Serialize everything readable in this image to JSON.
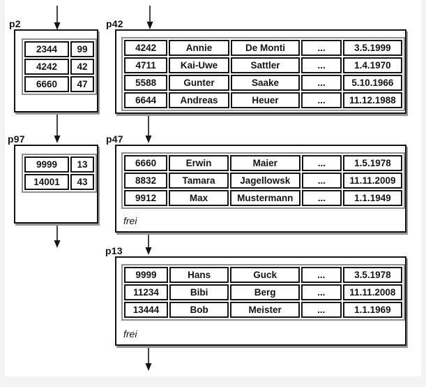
{
  "colors": {
    "background": "#f3f3f4",
    "slide": "#ffffff",
    "line": "#141414",
    "box_shadow": "#979797",
    "table_outline": "#8e8e8e"
  },
  "pages": {
    "p2": {
      "label": "p2",
      "type": "index-page",
      "rows": [
        [
          "2344",
          "99"
        ],
        [
          "4242",
          "42"
        ],
        [
          "6660",
          "47"
        ]
      ]
    },
    "p97": {
      "label": "p97",
      "type": "index-page",
      "rows": [
        [
          "9999",
          "13"
        ],
        [
          "14001",
          "43"
        ]
      ]
    },
    "p42": {
      "label": "p42",
      "type": "data-page",
      "rows": [
        [
          "4242",
          "Annie",
          "De Monti",
          "...",
          "3.5.1999"
        ],
        [
          "4711",
          "Kai-Uwe",
          "Sattler",
          "...",
          "1.4.1970"
        ],
        [
          "5588",
          "Gunter",
          "Saake",
          "...",
          "5.10.1966"
        ],
        [
          "6644",
          "Andreas",
          "Heuer",
          "...",
          "11.12.1988"
        ]
      ]
    },
    "p47": {
      "label": "p47",
      "type": "data-page",
      "rows": [
        [
          "6660",
          "Erwin",
          "Maier",
          "...",
          "1.5.1978"
        ],
        [
          "8832",
          "Tamara",
          "Jagellowsk",
          "...",
          "11.11.2009"
        ],
        [
          "9912",
          "Max",
          "Mustermann",
          "...",
          "1.1.1949"
        ]
      ],
      "footer": "frei"
    },
    "p13": {
      "label": "p13",
      "type": "data-page",
      "rows": [
        [
          "9999",
          "Hans",
          "Guck",
          "...",
          "3.5.1978"
        ],
        [
          "11234",
          "Bibi",
          "Berg",
          "...",
          "11.11.2008"
        ],
        [
          "13444",
          "Bob",
          "Meister",
          "...",
          "1.1.1969"
        ]
      ],
      "footer": "frei"
    }
  }
}
